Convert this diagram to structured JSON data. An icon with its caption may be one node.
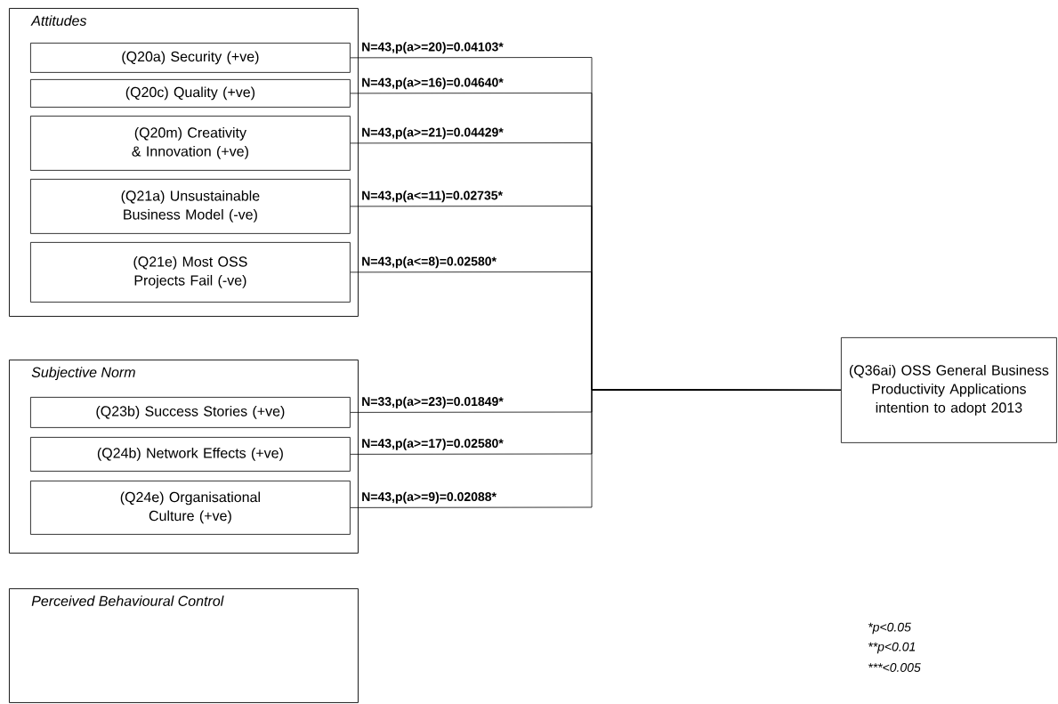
{
  "diagram": {
    "nodes": [
      {
        "text": [
          "Attitudes"
        ]
      },
      {
        "text": [
          "(Q20a) Security (+ve)"
        ],
        "in": 0
      },
      {
        "text": [
          "(Q20c) Quality (+ve)"
        ],
        "in": 0
      },
      {
        "text": [
          "(Q20m) Creativity & Innovation (+ve)"
        ],
        "in": 0
      },
      {
        "text": [
          "(Q21a) Unsustainable Business Model (-ve)"
        ],
        "in": 0
      },
      {
        "text": [
          "(Q21e) Most OSS Projects Fail (-ve)"
        ],
        "in": 0
      },
      {
        "text": [
          "Subjective Norm"
        ]
      },
      {
        "text": [
          "(Q23b) Success Stories (+ve)"
        ],
        "in": 6
      },
      {
        "text": [
          "(Q24b) Network Effects (+ve)"
        ],
        "in": 6
      },
      {
        "text": [
          "(Q24e) Organisational Culture (+ve)"
        ],
        "in": 6
      },
      {
        "text": [
          "Perceived Behavioural Control"
        ]
      },
      {
        "text": [
          "(Q36ai) OSS General Business Productivity Applications intention to adopt 2013"
        ]
      }
    ],
    "edges": [
      {
        "from": 1,
        "to": 11,
        "arrow": "none",
        "label": "N=43,p(a>=20)=0.04103*"
      },
      {
        "from": 2,
        "to": 11,
        "arrow": "none",
        "label": "N=43,p(a>=16)=0.04640*"
      },
      {
        "from": 3,
        "to": 11,
        "arrow": "none",
        "label": "N=43,p(a>=21)=0.04429*"
      },
      {
        "from": 4,
        "to": 11,
        "arrow": "none",
        "label": "N=43,p(a<=11)=0.02735*"
      },
      {
        "from": 5,
        "to": 11,
        "arrow": "none",
        "label": "N=43,p(a<=8)=0.02580*"
      },
      {
        "from": 7,
        "to": 11,
        "arrow": "none",
        "label": "N=33,p(a>=23)=0.01849*"
      },
      {
        "from": 8,
        "to": 11,
        "arrow": "none",
        "label": "N=43,p(a>=17)=0.02580*"
      },
      {
        "from": 9,
        "to": 11,
        "arrow": "none",
        "label": "N=43,p(a>=9)=0.02088*"
      }
    ],
    "labels": [
      "*p<0.05",
      "**p<0.01",
      "***<0.005"
    ]
  }
}
